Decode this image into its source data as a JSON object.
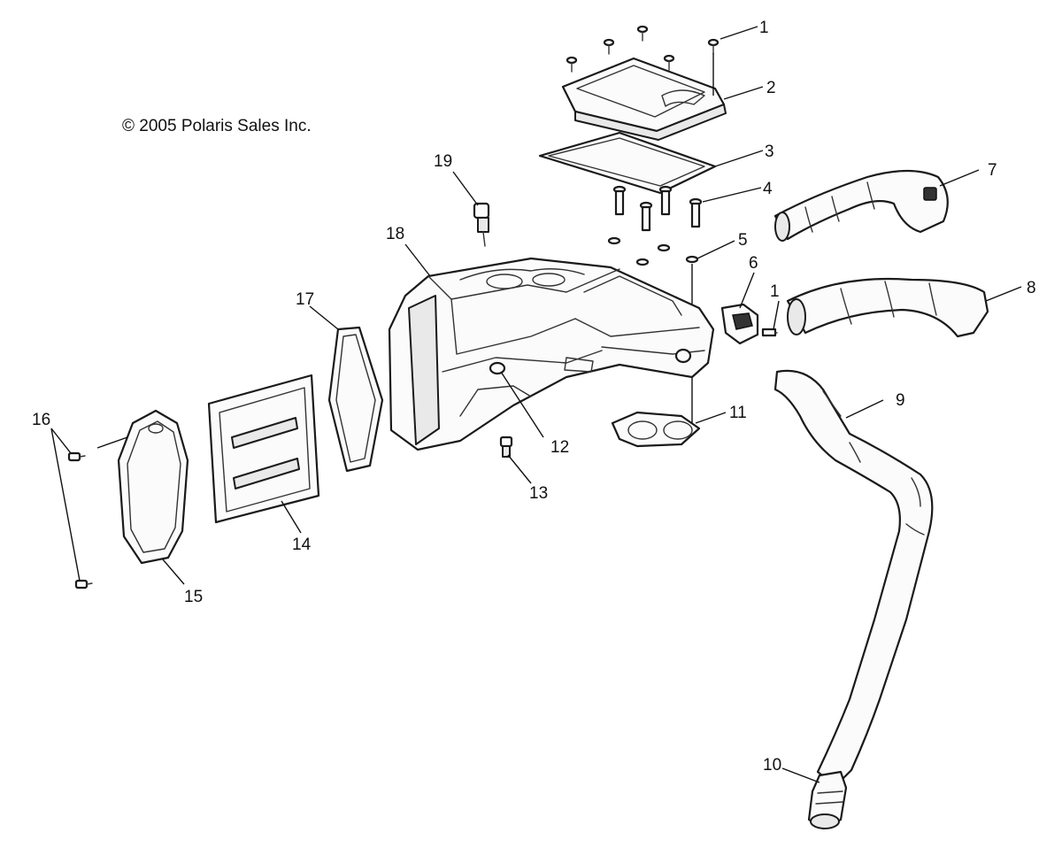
{
  "copyright": "© 2005 Polaris Sales Inc.",
  "callouts": [
    {
      "id": "1a",
      "label": "1"
    },
    {
      "id": "2",
      "label": "2"
    },
    {
      "id": "3",
      "label": "3"
    },
    {
      "id": "4",
      "label": "4"
    },
    {
      "id": "5",
      "label": "5"
    },
    {
      "id": "6",
      "label": "6"
    },
    {
      "id": "1b",
      "label": "1"
    },
    {
      "id": "7",
      "label": "7"
    },
    {
      "id": "8",
      "label": "8"
    },
    {
      "id": "9",
      "label": "9"
    },
    {
      "id": "10",
      "label": "10"
    },
    {
      "id": "11",
      "label": "11"
    },
    {
      "id": "12",
      "label": "12"
    },
    {
      "id": "13",
      "label": "13"
    },
    {
      "id": "14",
      "label": "14"
    },
    {
      "id": "15",
      "label": "15"
    },
    {
      "id": "16",
      "label": "16"
    },
    {
      "id": "17",
      "label": "17"
    },
    {
      "id": "18",
      "label": "18"
    },
    {
      "id": "19",
      "label": "19"
    }
  ]
}
